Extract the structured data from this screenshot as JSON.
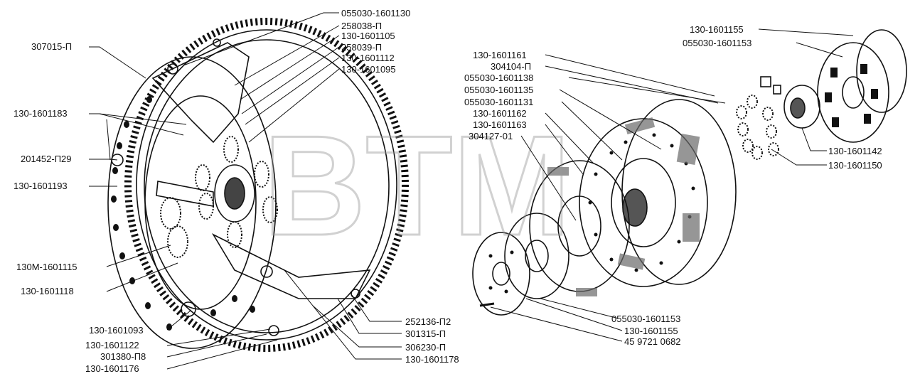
{
  "watermark": "BTM",
  "labels": {
    "l1": "307015-П",
    "l2": "130-1601183",
    "l3": "201452-П29",
    "l4": "130-1601193",
    "l5": "130М-1601115",
    "l6": "130-1601118",
    "l7": "130-1601093",
    "l8": "130-1601122",
    "l9": "301380-П8",
    "l10": "130-1601176",
    "t1": "055030-1601130",
    "t2": "258038-П",
    "t3": "130-1601105",
    "t4": "258039-П",
    "t5": "130-1601112",
    "t6": "130-1601095",
    "b1": "252136-П2",
    "b2": "301315-П",
    "b3": "306230-П",
    "b4": "130-1601178",
    "m1": "130-1601161",
    "m2": "304104-П",
    "m3": "055030-1601138",
    "m4": "055030-1601135",
    "m5": "055030-1601131",
    "m6": "130-1601162",
    "m7": "130-1601163",
    "m8": "304127-01",
    "r1": "130-1601155",
    "r2": "055030-1601153",
    "r3": "130-1601142",
    "r4": "130-1601150",
    "rb1": "055030-1601153",
    "rb2": "130-1601155",
    "rb3": "45 9721 0682"
  }
}
